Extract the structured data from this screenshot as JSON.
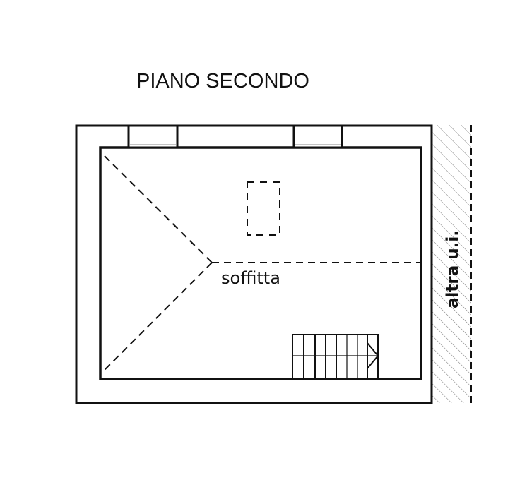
{
  "plan": {
    "title": "PIANO SECONDO",
    "room_label": "soffitta",
    "adjacent_label": "altra u.i.",
    "line_color": "#111111"
  }
}
